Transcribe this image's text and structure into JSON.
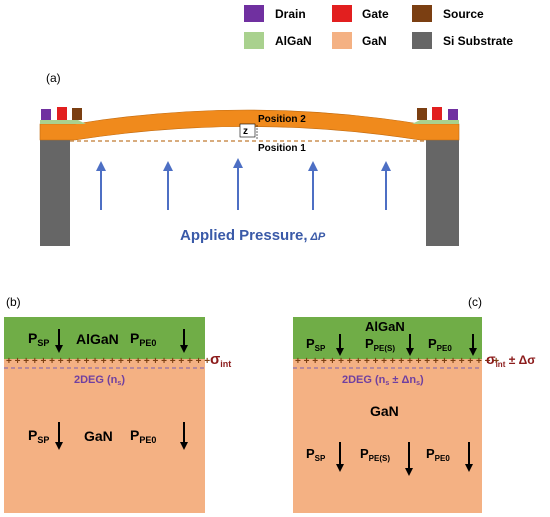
{
  "legend": {
    "items": [
      {
        "label": "Drain",
        "color": "#7030a0"
      },
      {
        "label": "Gate",
        "color": "#e21f1f"
      },
      {
        "label": "Source",
        "color": "#7b3f12"
      },
      {
        "label": "AlGaN",
        "color": "#a9d18e"
      },
      {
        "label": "GaN",
        "color": "#f4b183"
      },
      {
        "label": "Si Substrate",
        "color": "#666666"
      }
    ]
  },
  "panel_a": {
    "label": "(a)",
    "position2": "Position 2",
    "position1": "Position 1",
    "z_label": "z",
    "pressure_label": "Applied Pressure,",
    "pressure_symbol": "ΔP"
  },
  "panel_b": {
    "label": "(b)",
    "p_sp": "P",
    "p_sp_sub": "SP",
    "algan": "AlGaN",
    "p_pe0": "P",
    "p_pe0_sub": "PE0",
    "plus_row": "+ + + + + + + + + + + + + + + + + + + + + + + +",
    "sigma": "σ",
    "sigma_sub": "int",
    "twodeg": "2DEG (n",
    "twodeg_sub": "s",
    "twodeg_end": ")",
    "gan": "GaN",
    "gan_p_sp": "P",
    "gan_p_sp_sub": "SP",
    "gan_p_pe0": "P",
    "gan_p_pe0_sub": "PE0"
  },
  "panel_c": {
    "label": "(c)",
    "algan": "AlGaN",
    "p_sp": "P",
    "p_sp_sub": "SP",
    "p_pes": "P",
    "p_pes_sub": "PE(S)",
    "p_pe0": "P",
    "p_pe0_sub": "PE0",
    "plus_row": "+ + + + + + + + + + + + + + + + + + + + + + + +",
    "sigma": "σ",
    "sigma_sub": "int",
    "sigma_tail": " ± Δσ",
    "twodeg": "2DEG (n",
    "twodeg_sub": "s",
    "twodeg_mid": " ± Δn",
    "twodeg_sub2": "s",
    "twodeg_end": ")",
    "gan": "GaN",
    "gan_p_sp": "P",
    "gan_p_sp_sub": "SP",
    "gan_p_pes": "P",
    "gan_p_pes_sub": "PE(S)",
    "gan_p_pe0": "P",
    "gan_p_pe0_sub": "PE0"
  },
  "colors": {
    "orange": "#f08a1c",
    "arrow": "#4d6fc4",
    "pressure_text": "#3a5aa8",
    "twodeg_text": "#7040a0",
    "plus": "#7b3f12",
    "sigma": "#8b1a1a",
    "dash": "#7a5fb0"
  }
}
